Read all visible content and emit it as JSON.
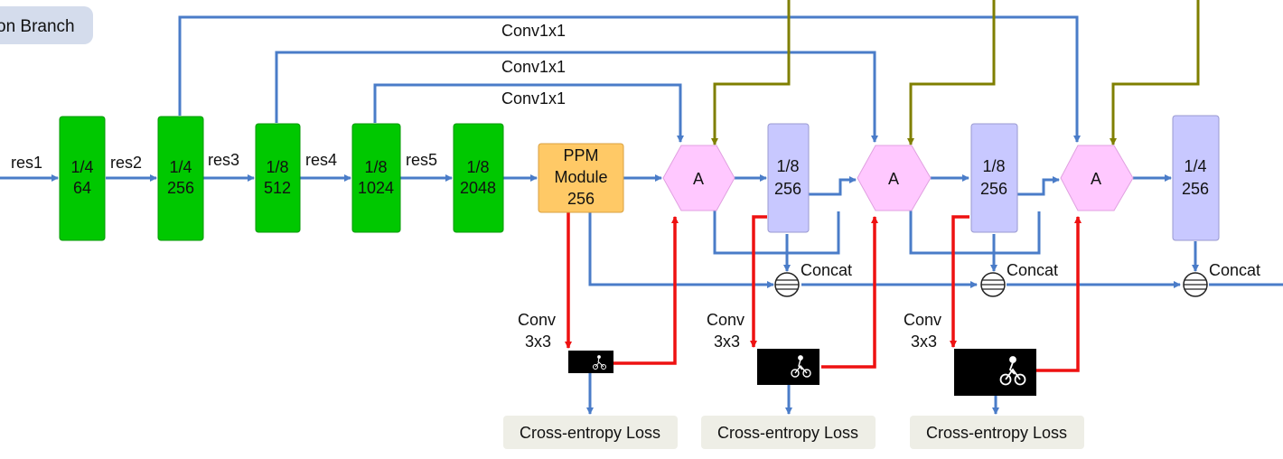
{
  "branch_tag": "on Branch",
  "conv_labels": [
    "Conv1x1",
    "Conv1x1",
    "Conv1x1"
  ],
  "res_labels": [
    "res1",
    "res2",
    "res3",
    "res4",
    "res5"
  ],
  "backbone_blocks": [
    {
      "scale": "1/4",
      "channels": "64"
    },
    {
      "scale": "1/4",
      "channels": "256"
    },
    {
      "scale": "1/8",
      "channels": "512"
    },
    {
      "scale": "1/8",
      "channels": "1024"
    },
    {
      "scale": "1/8",
      "channels": "2048"
    }
  ],
  "ppm": {
    "line1": "PPM",
    "line2": "Module",
    "line3": "256"
  },
  "attention_label": "A",
  "decoder_blocks": [
    {
      "scale": "1/8",
      "channels": "256"
    },
    {
      "scale": "1/8",
      "channels": "256"
    },
    {
      "scale": "1/4",
      "channels": "256"
    }
  ],
  "concat_label": "Concat",
  "conv3_label": {
    "line1": "Conv",
    "line2": "3x3"
  },
  "loss_label": "Cross-entropy Loss",
  "colors": {
    "backbone": "#00c800",
    "ppm": "#ffc966",
    "attention": "#ffc8ff",
    "decoder": "#c8c8ff",
    "blue_arrow": "#4a7cc8",
    "red_arrow": "#ee1111",
    "olive_arrow": "#7f7f00",
    "loss_bg": "#eeeee6",
    "branch_tag_bg": "#d4dcec"
  }
}
